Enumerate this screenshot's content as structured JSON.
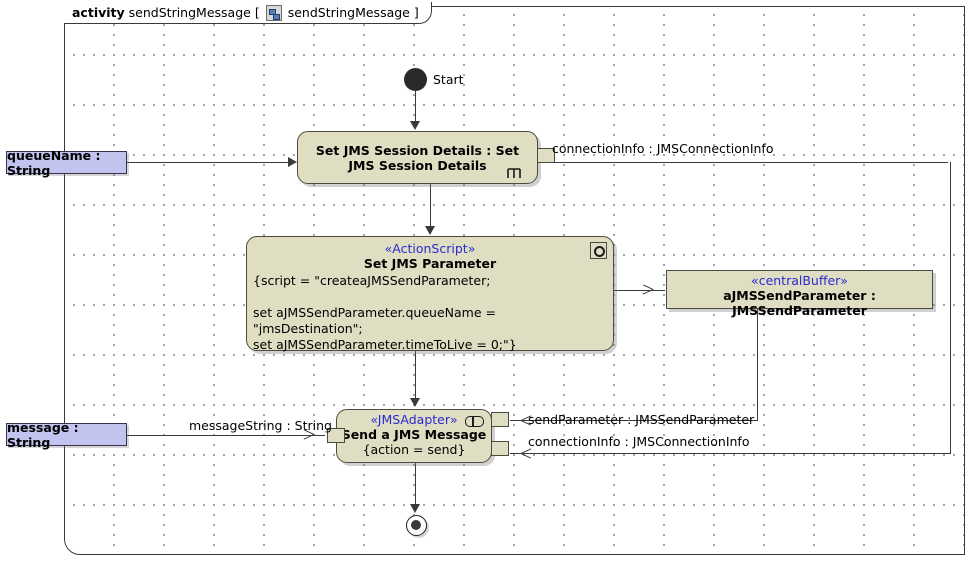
{
  "frame": {
    "keyword": "activity",
    "name": "sendStringMessage",
    "bracket_open": "[",
    "icon": "activity-diagram-icon",
    "inner_name": "sendStringMessage",
    "bracket_close": "]"
  },
  "nodes": {
    "start": {
      "label": "Start",
      "icon": "initial-node-icon"
    },
    "session": {
      "title": "Set JMS Session Details : Set JMS Session Details",
      "icon": "rake-icon"
    },
    "parameter": {
      "stereotype": "«ActionScript»",
      "title": "Set JMS Parameter",
      "icon": "script-gear-icon",
      "body": "{script = \"createaJMSSendParameter;\n\nset aJMSSendParameter.queueName = \"jmsDestination\";\nset aJMSSendParameter.timeToLive = 0;\"}"
    },
    "buffer": {
      "stereotype": "«centralBuffer»",
      "title": "aJMSSendParameter : JMSSendParameter"
    },
    "send": {
      "stereotype": "«JMSAdapter»",
      "title": "Send a JMS Message",
      "sub": "{action = send}",
      "icon": "interface-icon"
    },
    "final": {
      "icon": "activity-final-icon"
    }
  },
  "parameters": [
    {
      "label": "queueName : String"
    },
    {
      "label": "message : String"
    }
  ],
  "edge_labels": {
    "connection_info_top": "connectionInfo : JMSConnectionInfo",
    "message_string": "messageString : String",
    "send_parameter": "sendParameter : JMSSendParameter",
    "connection_info_bottom": "connectionInfo : JMSConnectionInfo"
  },
  "colors": {
    "node_fill": "#dfdec3",
    "node_border": "#4b4b3f",
    "param_fill": "#c3c3ef",
    "stereotype_text": "#2a2ad0",
    "line": "#3a3a3a"
  }
}
